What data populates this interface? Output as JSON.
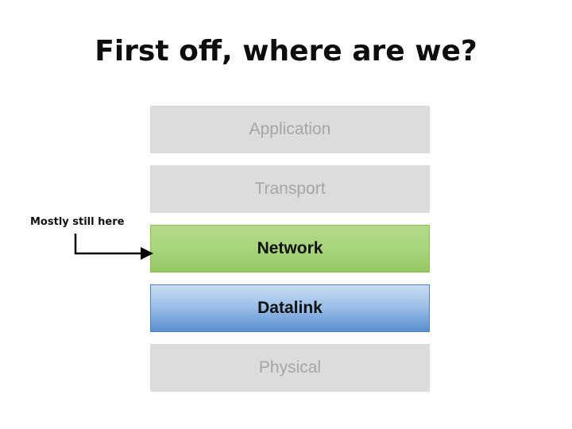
{
  "slide": {
    "title": "First off, where are we?",
    "annotation": "Mostly still here",
    "layers": [
      {
        "label": "Application",
        "state": "dim"
      },
      {
        "label": "Transport",
        "state": "dim"
      },
      {
        "label": "Network",
        "state": "highlight-green"
      },
      {
        "label": "Datalink",
        "state": "highlight-blue"
      },
      {
        "label": "Physical",
        "state": "dim"
      }
    ],
    "colors": {
      "dim_fill": "#dcdcdc",
      "dim_text": "#a6a6a6",
      "network_fill": "#a9d67e",
      "datalink_fill": "#9dc0e8",
      "text": "#111111",
      "background": "#ffffff"
    },
    "arrow": {
      "name": "elbow-arrow-pointing-to-network-layer"
    }
  }
}
